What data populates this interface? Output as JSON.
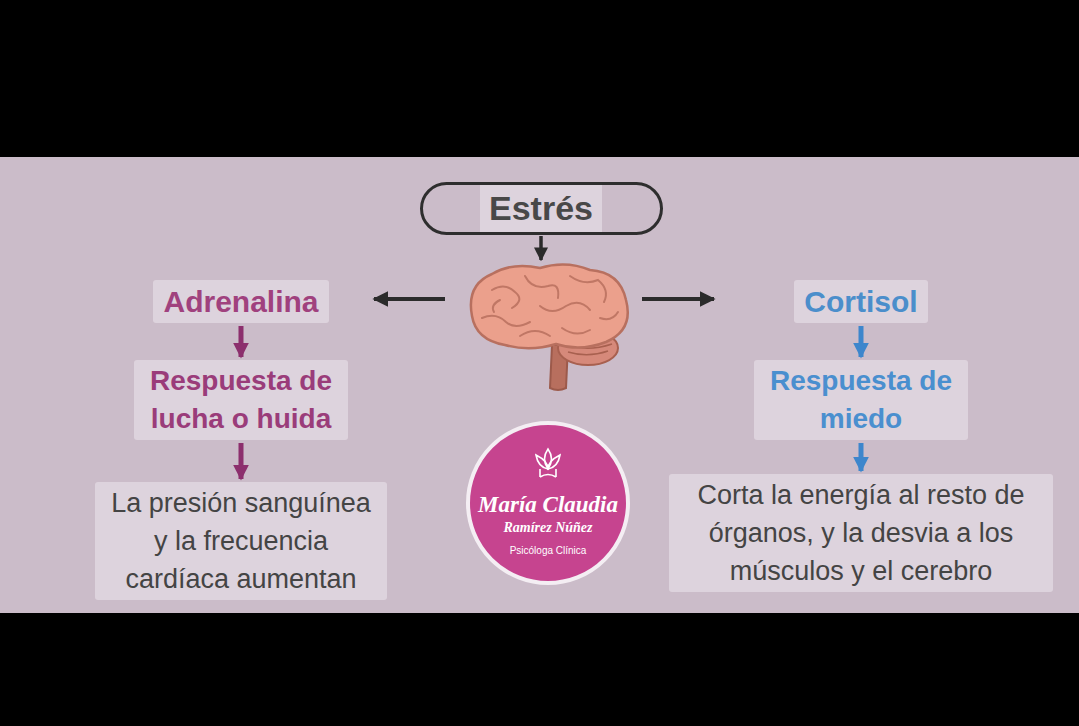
{
  "diagram": {
    "nodes": [
      {
        "text": [
          "Estrés"
        ]
      },
      {
        "text": [
          "Adrenalina"
        ]
      },
      {
        "text": [
          "Cortisol"
        ]
      },
      {
        "text": [
          "Respuesta de lucha o huida"
        ]
      },
      {
        "text": [
          "Respuesta de miedo"
        ]
      },
      {
        "text": [
          "María Claudia",
          "Ramírez Núñez",
          "Psicóloga Clínica"
        ]
      },
      {
        "text": [
          "La presión sanguínea y la frecuencia cardíaca aumentan"
        ]
      },
      {
        "text": [
          "Corta la energía al resto de órganos, y la desvia a los músculos y el cerebro"
        ]
      }
    ],
    "edges": [
      {
        "from": 1,
        "to": 3,
        "arrow": "to"
      },
      {
        "from": 3,
        "to": 6,
        "arrow": "to"
      },
      {
        "from": 2,
        "to": 4,
        "arrow": "to"
      },
      {
        "from": 4,
        "to": 7,
        "arrow": "to"
      }
    ]
  }
}
